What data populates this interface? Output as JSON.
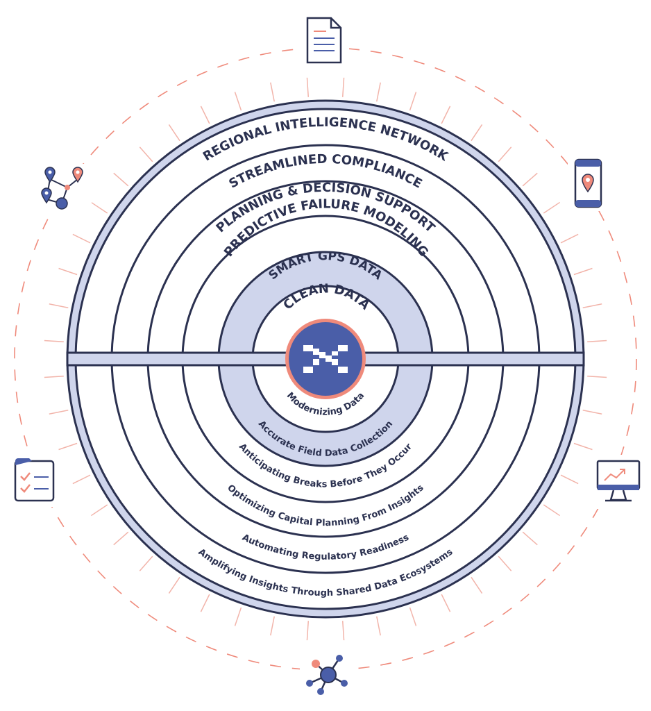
{
  "layers": [
    {
      "title": "CLEAN DATA",
      "subtitle": "Modernizing Data"
    },
    {
      "title": "SMART GPS DATA",
      "subtitle": "Accurate Field Data Collection"
    },
    {
      "title": "PREDICTIVE FAILURE MODELING",
      "subtitle": "Anticipating Breaks Before They Occur"
    },
    {
      "title": "PLANNING & DECISION SUPPORT",
      "subtitle": "Optimizing Capital Planning From Insights"
    },
    {
      "title": "STREAMLINED COMPLIANCE",
      "subtitle": "Automating Regulatory Readiness"
    },
    {
      "title": "REGIONAL INTELLIGENCE NETWORK",
      "subtitle": "Amplifying Insights Through Shared Data Ecosystems"
    }
  ],
  "icons": [
    {
      "name": "document-icon"
    },
    {
      "name": "mobile-gps-icon"
    },
    {
      "name": "analytics-monitor-icon"
    },
    {
      "name": "network-hub-icon"
    },
    {
      "name": "checklist-clipboard-icon"
    },
    {
      "name": "map-pin-network-icon"
    }
  ],
  "colors": {
    "navy": "#2b3150",
    "ring_fill": "#cfd5ec",
    "center_blue": "#4a5ea8",
    "accent_coral": "#ef8a7b"
  }
}
